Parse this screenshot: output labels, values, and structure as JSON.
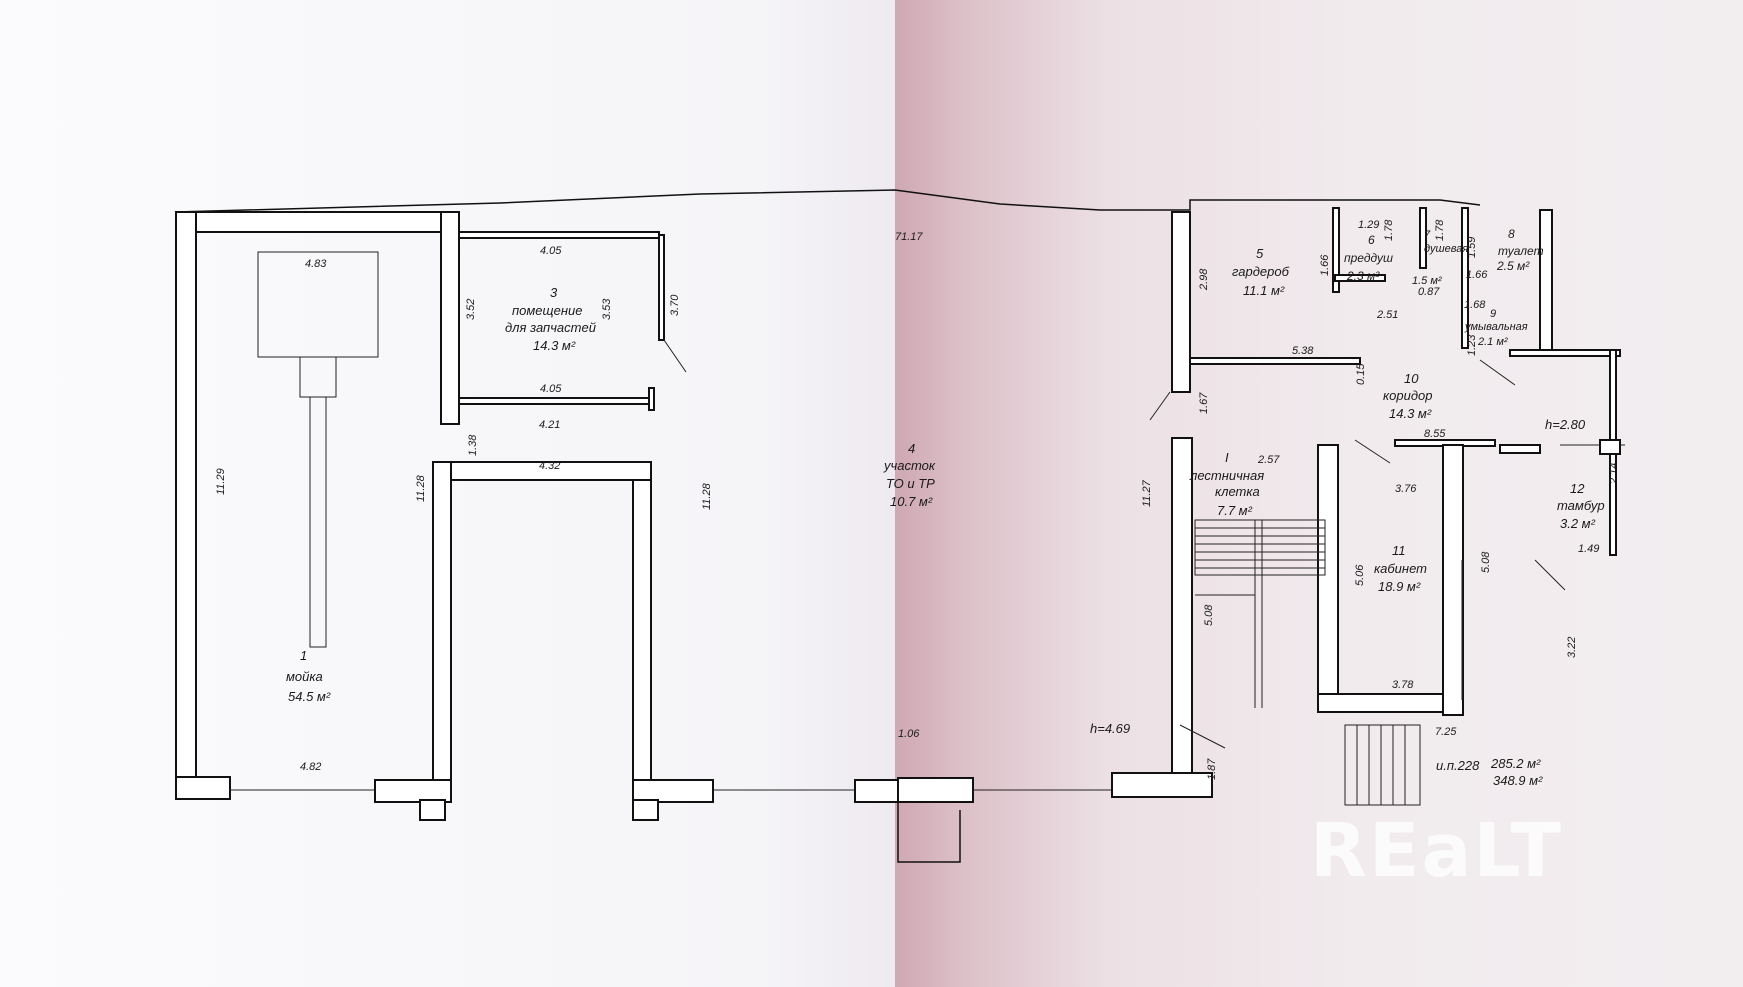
{
  "rooms": [
    {
      "id": "r1",
      "number": "1",
      "name": "мойка",
      "area": "54.5 м²"
    },
    {
      "id": "r3",
      "number": "3",
      "name1": "помещение",
      "name2": "для запчастей",
      "area": "14.3 м²"
    },
    {
      "id": "r4",
      "number": "4",
      "name1": "участок",
      "name2": "ТО и ТР",
      "area": "10.7 м²"
    },
    {
      "id": "r5",
      "number": "5",
      "name": "гардероб",
      "area": "11.1 м²"
    },
    {
      "id": "r6",
      "number": "6",
      "name": "преддуш",
      "area": "2.3 м²"
    },
    {
      "id": "r7",
      "number": "7",
      "name": "душевая",
      "area": "1.5 м²"
    },
    {
      "id": "r8",
      "number": "8",
      "name": "туалет",
      "area": "2.5 м²"
    },
    {
      "id": "r9",
      "number": "9",
      "name": "умывальная",
      "area": "2.1 м²"
    },
    {
      "id": "r10",
      "number": "10",
      "name": "коридор",
      "area": "14.3 м²"
    },
    {
      "id": "r11",
      "number": "11",
      "name": "кабинет",
      "area": "18.9 м²"
    },
    {
      "id": "r12",
      "number": "12",
      "name": "тамбур",
      "area": "3.2 м²"
    },
    {
      "id": "r_stair",
      "number": "I",
      "name1": "лестничная",
      "name2": "клетка",
      "area": "7.7 м²"
    }
  ],
  "dimensions": {
    "d_4_83": "4.83",
    "d_11_29": "11.29",
    "d_4_82": "4.82",
    "d_11_28_a": "11.28",
    "d_1_38": "1.38",
    "d_4_05_top": "4.05",
    "d_4_05_mid": "4.05",
    "d_4_21": "4.21",
    "d_4_32": "4.32",
    "d_3_52": "3.52",
    "d_3_53": "3.53",
    "d_3_70": "3.70",
    "d_11_28_b": "11.28",
    "d_71_17": "71.17",
    "d_1_06": "1.06",
    "d_11_27": "11.27",
    "d_2_98": "2.98",
    "d_1_67": "1.67",
    "d_5_08_a": "5.08",
    "d_1_87": "1.87",
    "d_2_57": "2.57",
    "d_5_38": "5.38",
    "d_0_15": "0.15",
    "d_1_66_a": "1.66",
    "d_1_29": "1.29",
    "d_1_78_a": "1.78",
    "d_1_78_b": "1.78",
    "d_0_87": "0.87",
    "d_2_51": "2.51",
    "d_1_59": "1.59",
    "d_1_66_b": "1.66",
    "d_1_68": "1.68",
    "d_1_23": "1.23",
    "d_8_55": "8.55",
    "d_3_76": "3.76",
    "d_5_06": "5.06",
    "d_5_08_b": "5.08",
    "d_3_78": "3.78",
    "d_7_25": "7.25",
    "d_3_22": "3.22",
    "d_2_14": "2.14",
    "d_1_49": "1.49"
  },
  "heights": {
    "h_main": "h=4.69",
    "h_office": "h=2.80"
  },
  "totals": {
    "label": "и.п.228",
    "useful": "285.2 м²",
    "total": "348.9 м²"
  },
  "watermark": {
    "text": "REaLT",
    "color": "#ffffff"
  }
}
